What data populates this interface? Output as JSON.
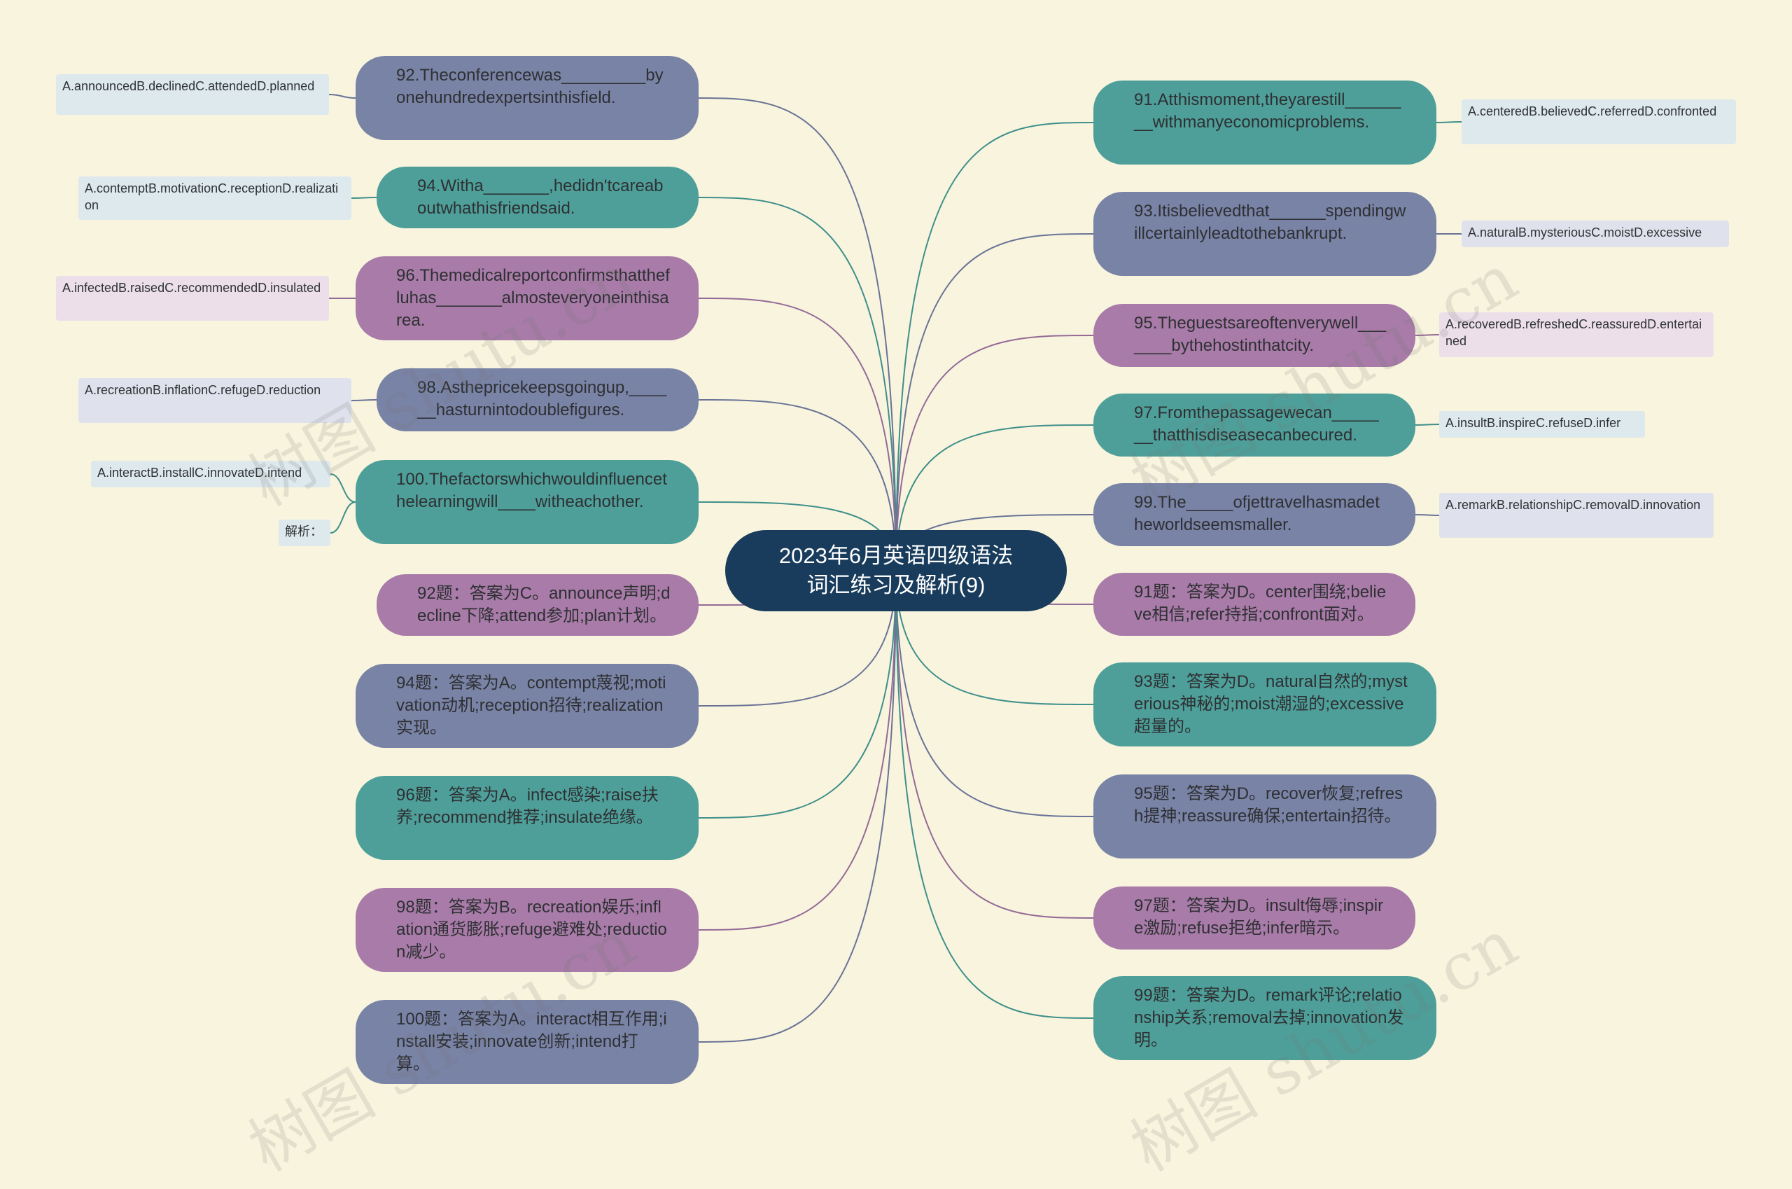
{
  "central": {
    "line1": "2023年6月英语四级语法",
    "line2": "词汇练习及解析(9)"
  },
  "left_questions": [
    {
      "text": "92.Theconferencewas_________byonehundredexpertsinthisfield.",
      "option": "A.announcedB.declinedC.attendedD.planned"
    },
    {
      "text": "94.Witha_______,hedidn'tcareaboutwhathisfriendsaid.",
      "option": "A.contemptB.motivationC.receptionD.realization"
    },
    {
      "text": "96.Themedicalreportconfirmsthatthefluhas_______almosteveryoneinthisarea.",
      "option": "A.infectedB.raisedC.recommendedD.insulated"
    },
    {
      "text": "98.Asthepricekeepsgoingup,______hasturnintodoublefigures.",
      "option": "A.recreationB.inflationC.refugeD.reduction"
    },
    {
      "text": "100.Thefactorswhichwouldinfluencethelearningwill____witheachother.",
      "option": "A.interactB.installC.innovateD.intend",
      "extra": "解析："
    }
  ],
  "right_questions": [
    {
      "text": "91.Atthismoment,theyarestill________withmanyeconomicproblems.",
      "option": "A.centeredB.believedC.referredD.confronted"
    },
    {
      "text": "93.Itisbelievedthat______spendingwillcertainlyleadtothebankrupt.",
      "option": "A.naturalB.mysteriousC.moistD.excessive"
    },
    {
      "text": "95.Theguestsareoftenverywell_______bythehostinthatcity.",
      "option": "A.recoveredB.refreshedC.reassuredD.entertained"
    },
    {
      "text": "97.Fromthepassagewecan_______thatthisdiseasecanbecured.",
      "option": "A.insultB.inspireC.refuseD.infer"
    },
    {
      "text": "99.The_____ofjettravelhasmadetheworldseemsmaller.",
      "option": "A.remarkB.relationshipC.removalD.innovation"
    }
  ],
  "left_answers": [
    "92题：答案为C。announce声明;decline下降;attend参加;plan计划。",
    "94题：答案为A。contempt蔑视;motivation动机;reception招待;realization实现。",
    "96题：答案为A。infect感染;raise扶养;recommend推荐;insulate绝缘。",
    "98题：答案为B。recreation娱乐;inflation通货膨胀;refuge避难处;reduction减少。",
    "100题：答案为A。interact相互作用;install安装;innovate创新;intend打算。"
  ],
  "right_answers": [
    "91题：答案为D。center围绕;believe相信;refer持指;confront面对。",
    "93题：答案为D。natural自然的;mysterious神秘的;moist潮湿的;excessive超量的。",
    "95题：答案为D。recover恢复;refresh提神;reassure确保;entertain招待。",
    "97题：答案为D。insult侮辱;inspire激励;refuse拒绝;infer暗示。",
    "99题：答案为D。remark评论;relationship关系;removal去掉;innovation发明。"
  ],
  "watermark": "树图 shutu.cn",
  "colors": {
    "background": "#f8f4de",
    "central": "#193c5c",
    "teal": "#4e9f99",
    "slate": "#7983a6",
    "purple": "#a87ba8"
  }
}
